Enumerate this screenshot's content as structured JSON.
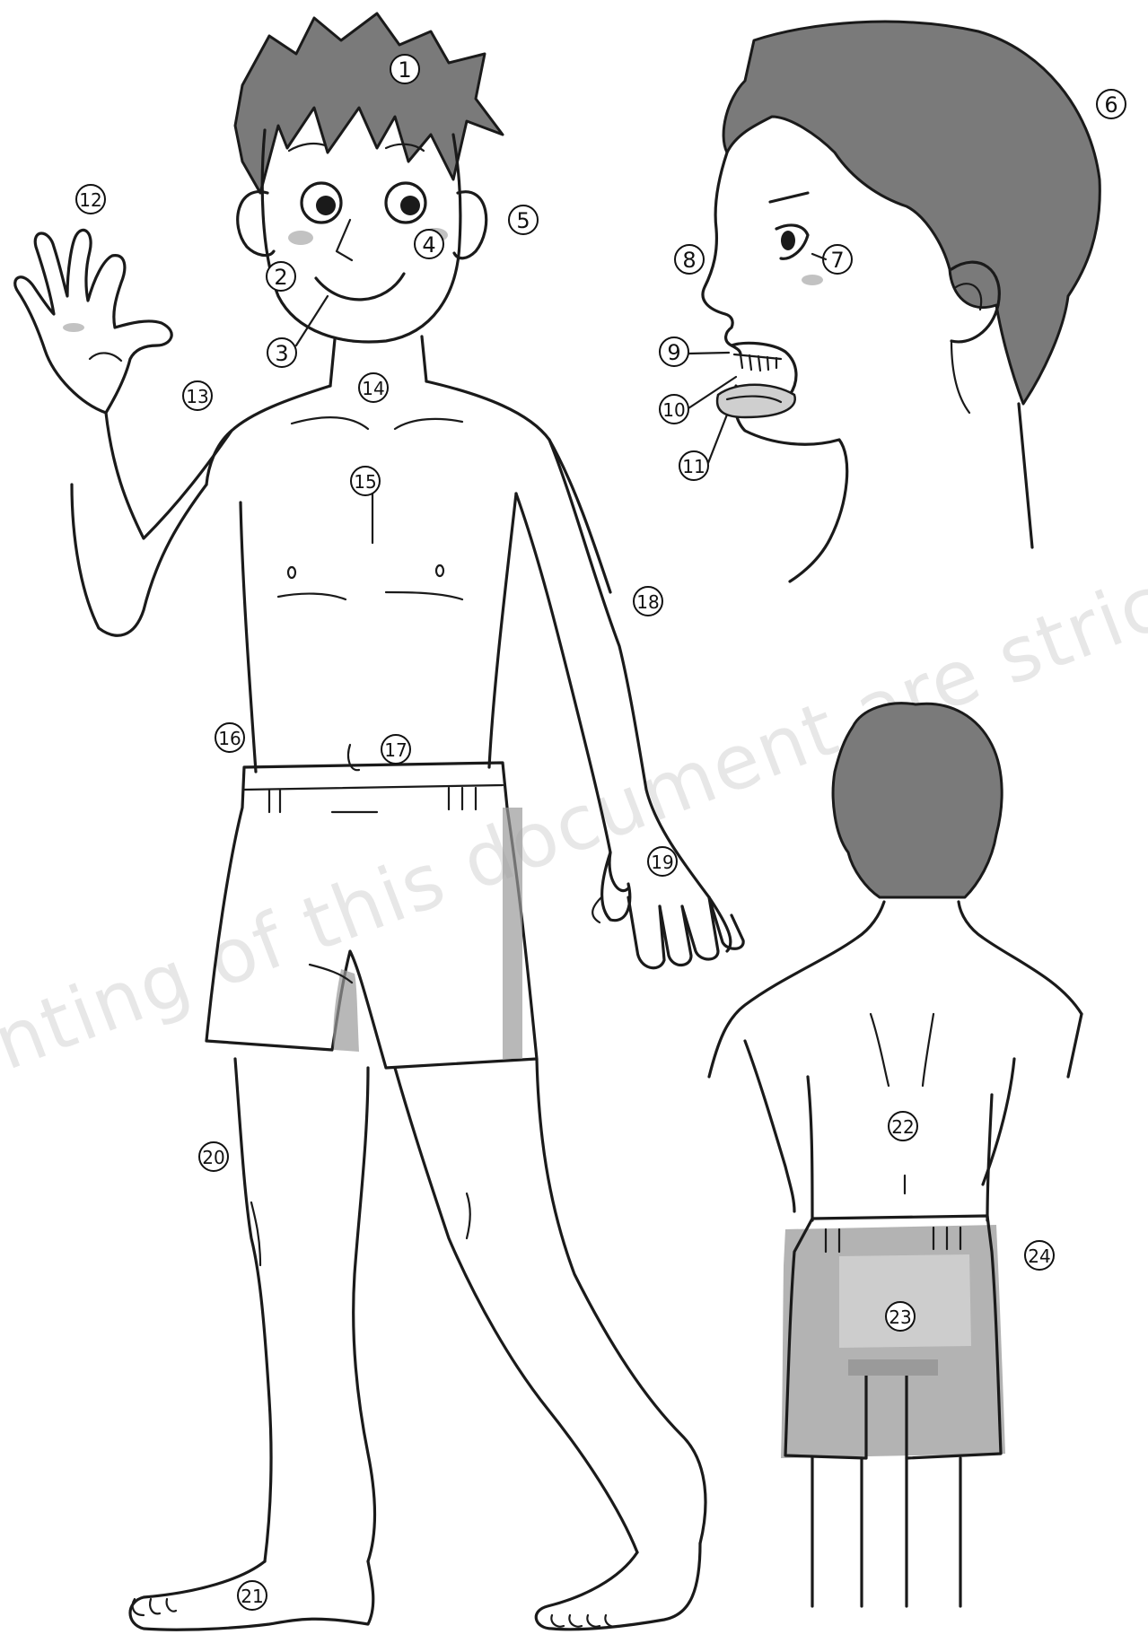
{
  "labels": [
    "1",
    "2",
    "3",
    "4",
    "5",
    "6",
    "7",
    "8",
    "9",
    "10",
    "11",
    "12",
    "13",
    "14",
    "15",
    "16",
    "17",
    "18",
    "19",
    "20",
    "21",
    "22",
    "23",
    "24"
  ],
  "watermark": "nting of this document are strictly prohi"
}
